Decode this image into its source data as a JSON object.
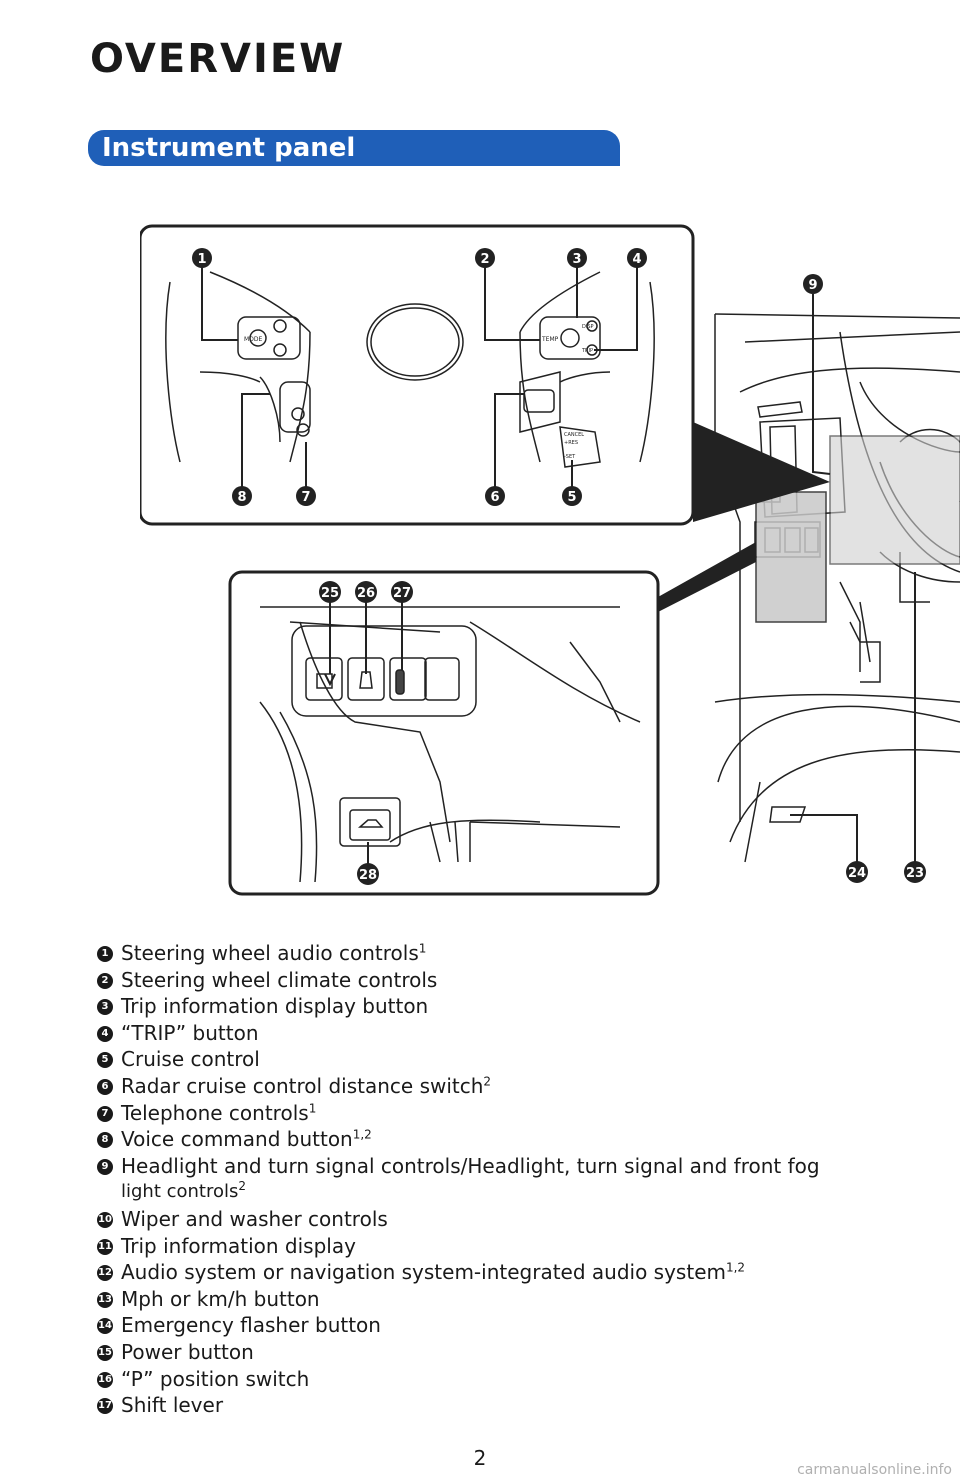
{
  "page": {
    "title": "OVERVIEW",
    "section": "Instrument panel",
    "page_number": "2",
    "watermark": "carmanualsonline.info"
  },
  "callouts": {
    "c1": "1",
    "c2": "2",
    "c3": "3",
    "c4": "4",
    "c5": "5",
    "c6": "6",
    "c7": "7",
    "c8": "8",
    "c9": "9",
    "c23": "23",
    "c24": "24",
    "c25": "25",
    "c26": "26",
    "c27": "27",
    "c28": "28"
  },
  "panel_labels": {
    "mode": "MODE",
    "temp": "TEMP",
    "disp": "DISP",
    "trip": "TRIP",
    "cancel": "CANCEL",
    "res": "+RES",
    "set": "-SET"
  },
  "legend": [
    {
      "num": "1",
      "text": "Steering wheel audio controls",
      "sup": "1"
    },
    {
      "num": "2",
      "text": "Steering wheel climate controls",
      "sup": ""
    },
    {
      "num": "3",
      "text": "Trip information display button",
      "sup": ""
    },
    {
      "num": "4",
      "text": "“TRIP” button",
      "sup": ""
    },
    {
      "num": "5",
      "text": "Cruise control",
      "sup": ""
    },
    {
      "num": "6",
      "text": "Radar cruise control distance switch",
      "sup": "2"
    },
    {
      "num": "7",
      "text": "Telephone controls",
      "sup": "1"
    },
    {
      "num": "8",
      "text": "Voice command button",
      "sup": "1,2"
    },
    {
      "num": "9",
      "text": "Headlight and turn signal controls/Headlight, turn signal and front fog",
      "sup": "",
      "cont": "light controls",
      "cont_sup": "2"
    },
    {
      "num": "10",
      "text": "Wiper and washer controls",
      "sup": ""
    },
    {
      "num": "11",
      "text": "Trip information display",
      "sup": ""
    },
    {
      "num": "12",
      "text": "Audio system or navigation system-integrated audio system",
      "sup": "1,2"
    },
    {
      "num": "13",
      "text": "Mph or km/h button",
      "sup": ""
    },
    {
      "num": "14",
      "text": "Emergency flasher button",
      "sup": ""
    },
    {
      "num": "15",
      "text": "Power button",
      "sup": ""
    },
    {
      "num": "16",
      "text": "“P” position switch",
      "sup": ""
    },
    {
      "num": "17",
      "text": "Shift lever",
      "sup": ""
    }
  ]
}
